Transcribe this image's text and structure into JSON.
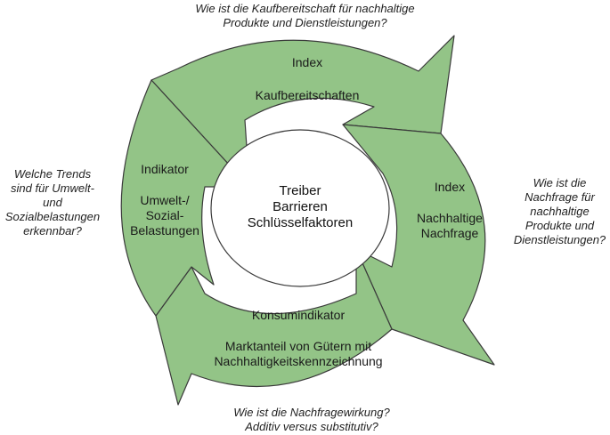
{
  "colors": {
    "segment_fill": "#93c487",
    "segment_stroke": "#3a3a3a",
    "background": "#ffffff"
  },
  "questions": {
    "top": [
      "Wie ist die Kaufbereitschaft für nachhaltige",
      "Produkte und Dienstleistungen?"
    ],
    "left": [
      "Welche Trends",
      "sind für Umwelt-",
      "und",
      "Sozialbelastungen",
      "erkennbar?"
    ],
    "right": [
      "Wie ist die",
      "Nachfrage für",
      "nachhaltige",
      "Produkte und",
      "Dienstleistungen?"
    ],
    "bottom": [
      "Wie ist die Nachfragewirkung?",
      "Additiv versus substitutiv?"
    ]
  },
  "segments": {
    "top": {
      "heading": "Index",
      "lines": [
        "Kaufbereitschaften"
      ]
    },
    "right": {
      "heading": "Index",
      "lines": [
        "Nachhaltige",
        "Nachfrage"
      ]
    },
    "bottom": {
      "heading": "Konsumindikator",
      "lines": [
        "Marktanteil von Gütern mit",
        "Nachhaltigkeitskennzeichnung"
      ]
    },
    "left": {
      "heading": "Indikator",
      "lines": [
        "Umwelt-/",
        "Sozial-",
        "Belastungen"
      ]
    }
  },
  "center": [
    "Treiber",
    "Barrieren",
    "Schlüsselfaktoren"
  ]
}
